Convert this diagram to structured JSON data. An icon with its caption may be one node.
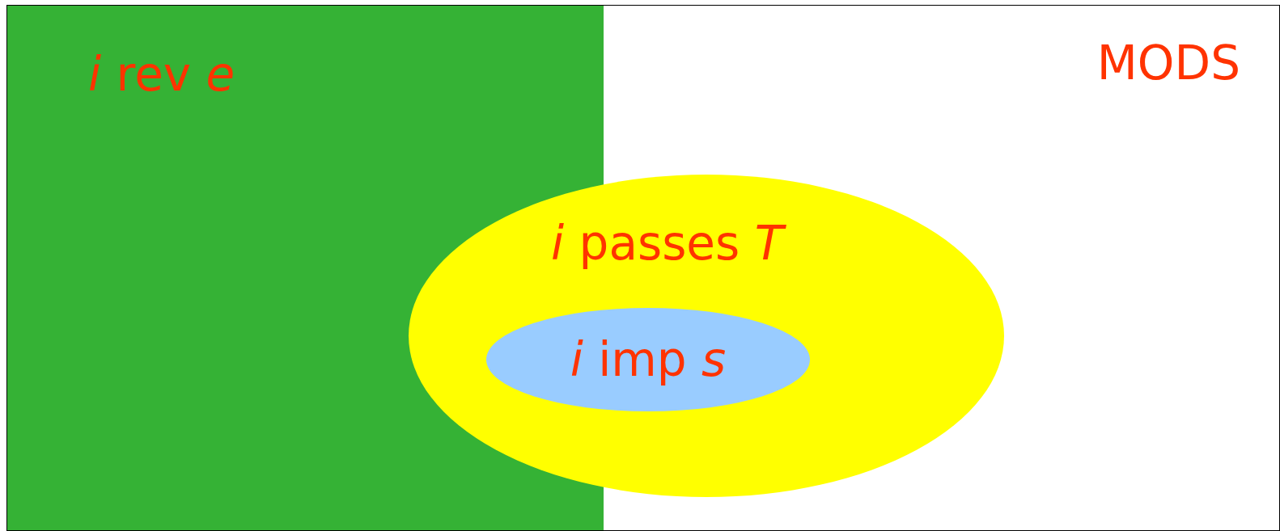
{
  "diagram": {
    "nodes": [
      {
        "text": [
          "MODS"
        ]
      },
      {
        "text": [
          "*i* rev *e*"
        ],
        "in": 0
      },
      {
        "text": [
          "*i* passes *T*"
        ],
        "in": 0
      },
      {
        "text": [
          "*i* imp *s*"
        ],
        "in": 2
      }
    ]
  }
}
